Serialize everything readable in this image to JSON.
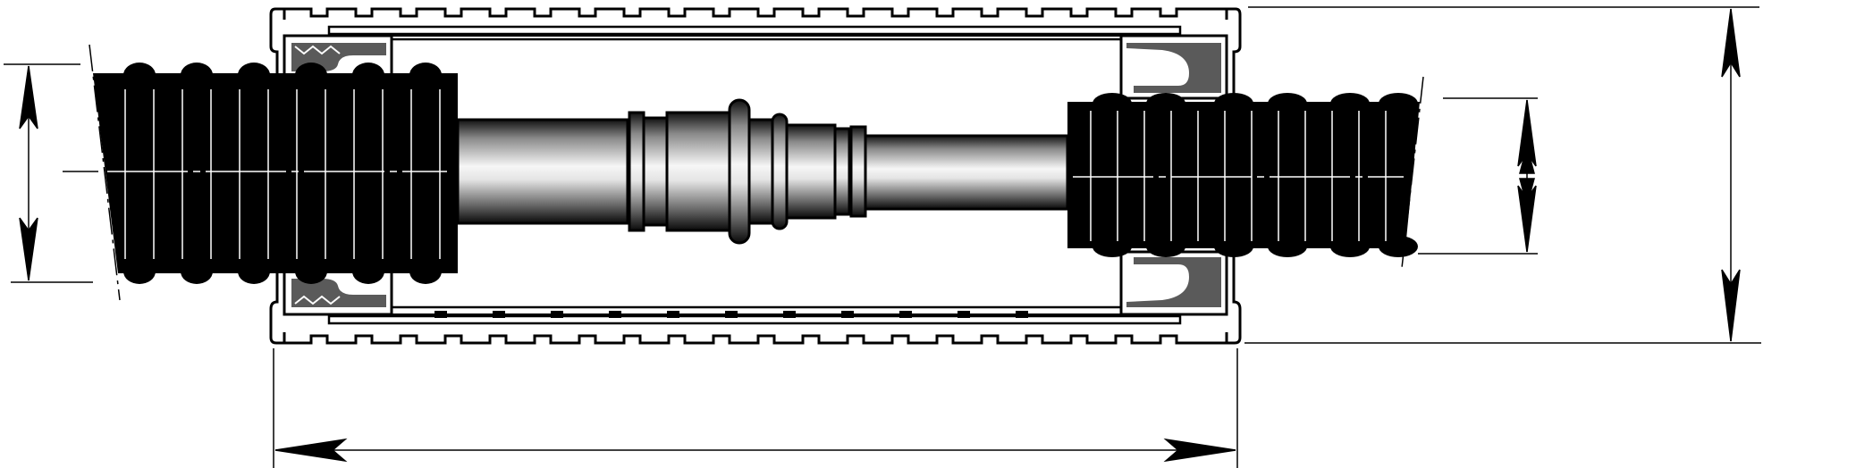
{
  "diagram": {
    "kind": "technical-drawing",
    "subject": "coupling-assembly-cross-section",
    "colors": {
      "ink": "#000000",
      "paper": "#ffffff",
      "seal": "#5a5a5a",
      "metal_light": "#f4f4f4",
      "metal_dark": "#0f0f0f"
    },
    "dimensions": [
      {
        "name": "left-pipe-diameter",
        "label": ""
      },
      {
        "name": "right-pipe-inner-diameter",
        "label": ""
      },
      {
        "name": "housing-outer-diameter",
        "label": ""
      },
      {
        "name": "housing-length",
        "label": ""
      }
    ]
  }
}
